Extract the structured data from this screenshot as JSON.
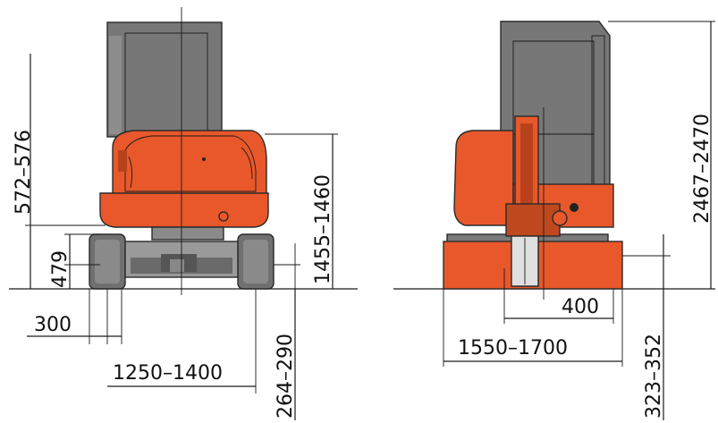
{
  "rear_view": {
    "height_cab": "572–576",
    "height_counterweight": "1455–1460",
    "track_height": "479",
    "shoe_width": "300",
    "track_gauge": "1250–1400",
    "ground_clearance": "264–290"
  },
  "front_view": {
    "overall_height": "2467–2470",
    "boom_offset": "400",
    "blade_width": "1550–1700",
    "blade_height": "323–352"
  },
  "colors": {
    "body_orange": "#e8582a",
    "body_orange_dark": "#b8421c",
    "track_grey": "#8a8a8a",
    "track_dark": "#5c5c5c",
    "cab_frame": "#777777",
    "glass_grey": "#9a9a9a",
    "line": "#1a1a1a"
  }
}
